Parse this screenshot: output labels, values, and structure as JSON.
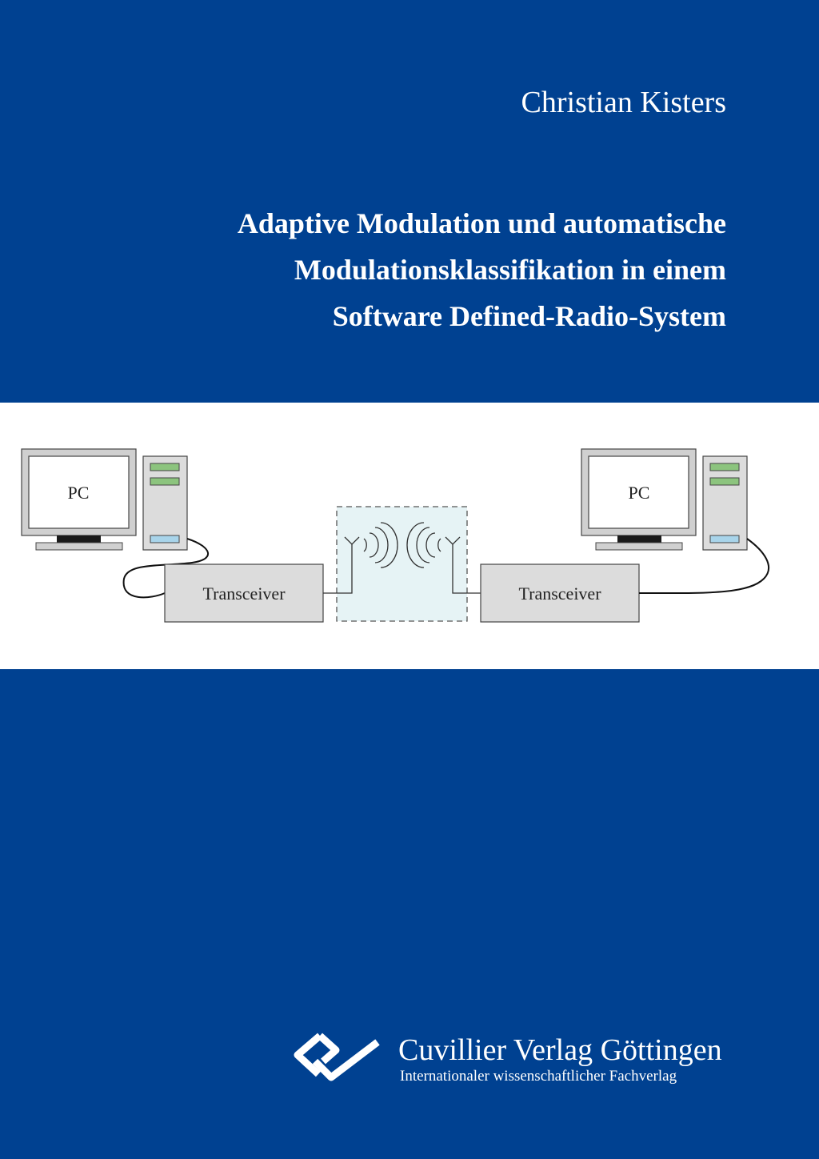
{
  "cover": {
    "author": "Christian Kisters",
    "title_lines": [
      "Adaptive Modulation und automatische",
      "Modulationsklassifikation in einem",
      "Software Defined-Radio-System"
    ],
    "colors": {
      "background": "#004191",
      "band": "#ffffff",
      "channel": "#e6f3f5"
    }
  },
  "diagram": {
    "left_pc_label": "PC",
    "right_pc_label": "PC",
    "left_transceiver_label": "Transceiver",
    "right_transceiver_label": "Transceiver"
  },
  "publisher": {
    "name": "Cuvillier Verlag Göttingen",
    "tagline": "Internationaler wissenschaftlicher Fachverlag"
  }
}
